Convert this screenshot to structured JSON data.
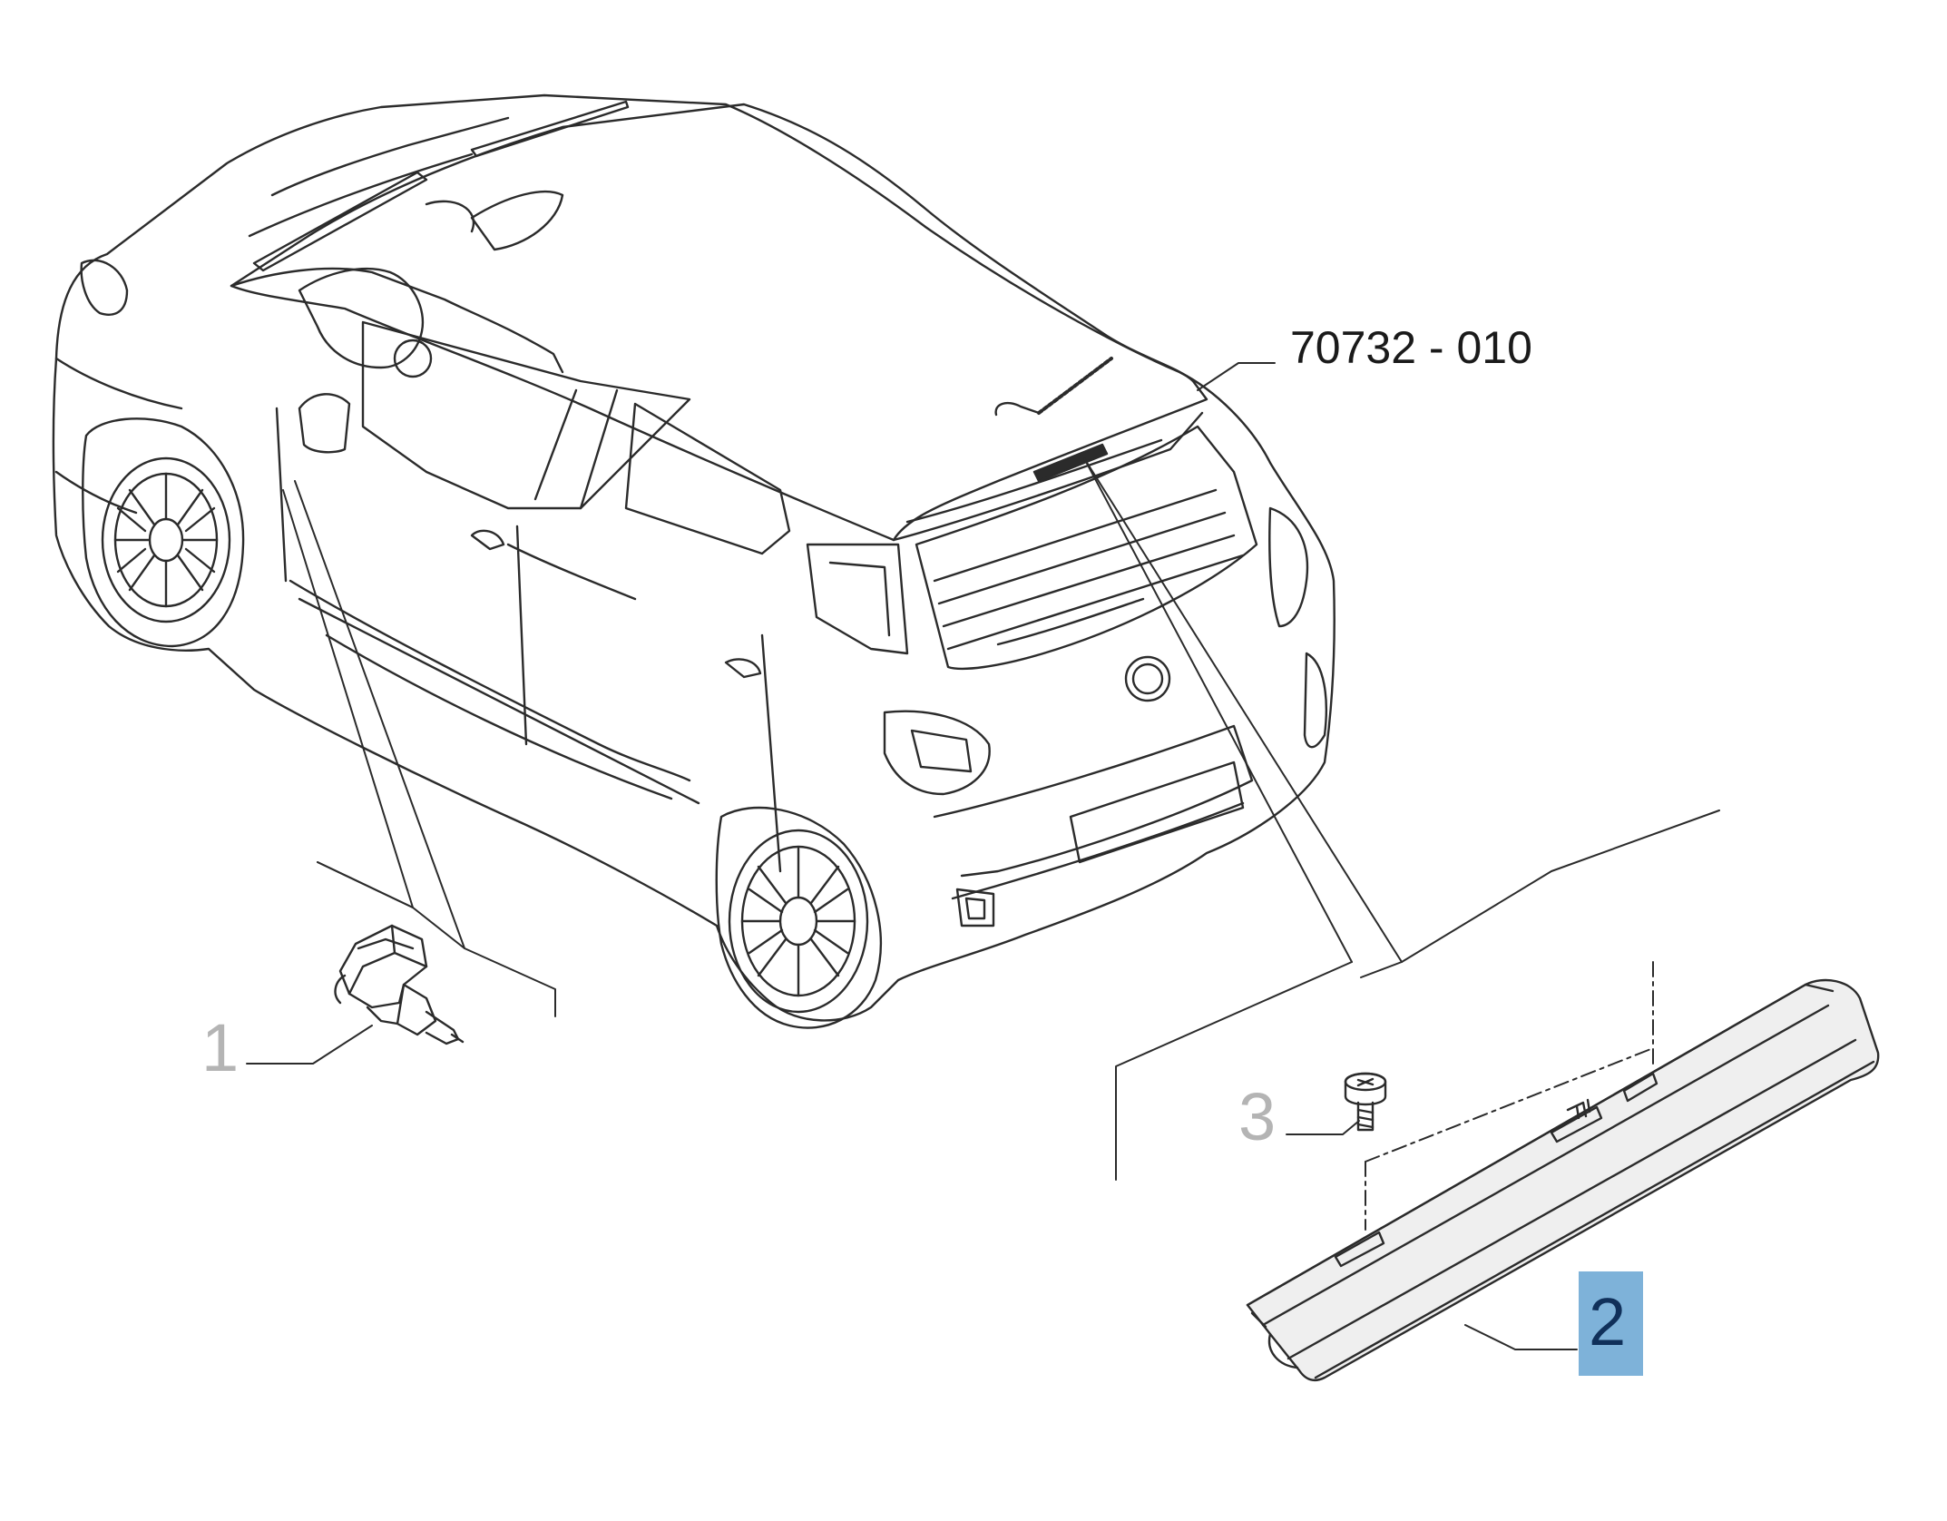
{
  "reference_code": "70732 - 010",
  "parts": [
    {
      "number": "1",
      "name": "brake light switch",
      "color": "#b4b4b4"
    },
    {
      "number": "2",
      "name": "third brake light",
      "color": "#10305a",
      "highlight": "#7eb2d9"
    },
    {
      "number": "3",
      "name": "screw",
      "color": "#b4b4b4"
    }
  ],
  "colors": {
    "line": "#2b2b2b",
    "lamp_fill": "#efefef",
    "background": "#ffffff"
  }
}
